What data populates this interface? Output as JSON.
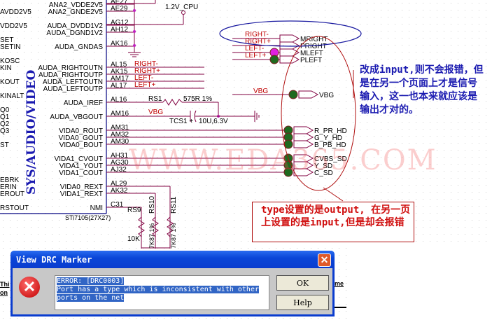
{
  "schematic": {
    "chip_title": "SYS/AUDIO/VIDEO",
    "part_name": "STi7105(27X27)",
    "left_cut_labels": [
      "AVDD2V5",
      "VDD2V5",
      "SET",
      "SETIN",
      "KOSC",
      "KIN",
      "KOUT",
      "KINALT",
      "Q0",
      "Q1",
      "Q2",
      "Q3",
      "ST",
      "EBRK",
      "ERIN",
      "EROUT",
      "RSTOUT"
    ],
    "pins": [
      {
        "name": "ANA2_VDDE2V5",
        "num": "AE27"
      },
      {
        "name": "ANA2_GNDE2V5",
        "num": "AE29"
      },
      {
        "name": "AUDA_DVDD1V2",
        "num": "AG12"
      },
      {
        "name": "AUDA_DGND1V2",
        "num": "AH12"
      },
      {
        "name": "AUDA_GNDAS",
        "num": "AK16"
      },
      {
        "name": "AUDA_RIGHTOUTN",
        "num": "AL15"
      },
      {
        "name": "AUDA_RIGHTOUTP",
        "num": "AK15"
      },
      {
        "name": "AUDA_LEFTOUTN",
        "num": "AM17"
      },
      {
        "name": "AUDA_LEFTOUTP",
        "num": "AL17"
      },
      {
        "name": "AUDA_IREF",
        "num": "AL16"
      },
      {
        "name": "AUDA_VBGOUT",
        "num": "AM16"
      },
      {
        "name": "VIDA0_ROUT",
        "num": "AM31"
      },
      {
        "name": "VIDA0_GOUT",
        "num": "AM32"
      },
      {
        "name": "VIDA0_BOUT",
        "num": "AM30"
      },
      {
        "name": "VIDA1_CVOUT",
        "num": "AH31"
      },
      {
        "name": "VIDA1_YOUT",
        "num": "AG30"
      },
      {
        "name": "VIDA1_COUT",
        "num": "AJ32"
      },
      {
        "name": "VIDA0_REXT",
        "num": "AL29"
      },
      {
        "name": "VIDA1_REXT",
        "num": "AK32"
      },
      {
        "name": "NMI",
        "num": "C31"
      }
    ],
    "power_label": "1.2V_CPU",
    "nets": {
      "right_minus": "RIGHT-",
      "right_plus": "RIGHT+",
      "left_minus": "LEFT-",
      "left_plus": "LEFT+",
      "vbg": "VBG",
      "vbg2": "VBG"
    },
    "ports": [
      "MRIGHT",
      "PRIGHT",
      "MLEFT",
      "PLEFT",
      "VBG",
      "R_PR_HD",
      "G_Y_HD",
      "B_PB_HD",
      "CVBS_SD",
      "Y_SD",
      "C_SD"
    ],
    "components": {
      "rs1": "RS1",
      "rs1_val": "575R 1%",
      "tcs1": "TCS1 +",
      "tcs1_val": "10U,6.3V",
      "rs9": "RS9",
      "rs9_val": "10K",
      "rs10": "RS10",
      "rs10_val": "7K87 1%",
      "rs11": "RS11",
      "rs11_val": "7K87 1%"
    },
    "watermark": "WWW.EDA365.COM"
  },
  "annotations": {
    "blue_note": "改成input,则不会报错，但是在另一个页面上才是信号输入，这一也本来就应该是输出才对的。",
    "red_note": "type设置的是output, 在另一页上设置的是input,但是却会报错"
  },
  "background_text": {
    "left1": "Thi",
    "left2": "on",
    "right1": "me"
  },
  "dialog": {
    "title": "View DRC Marker",
    "close": "✕",
    "message_line1": "ERROR:  [DRC0003]",
    "message_line2": "Port has a type which is inconsistent with other",
    "message_line3": "ports on the net",
    "ok": "OK",
    "help": "Help"
  },
  "colors": {
    "wire": "#800040",
    "net_label": "#c00000",
    "annotation_blue": "#1a1ab0",
    "dialog_title": "#0a46d8"
  }
}
